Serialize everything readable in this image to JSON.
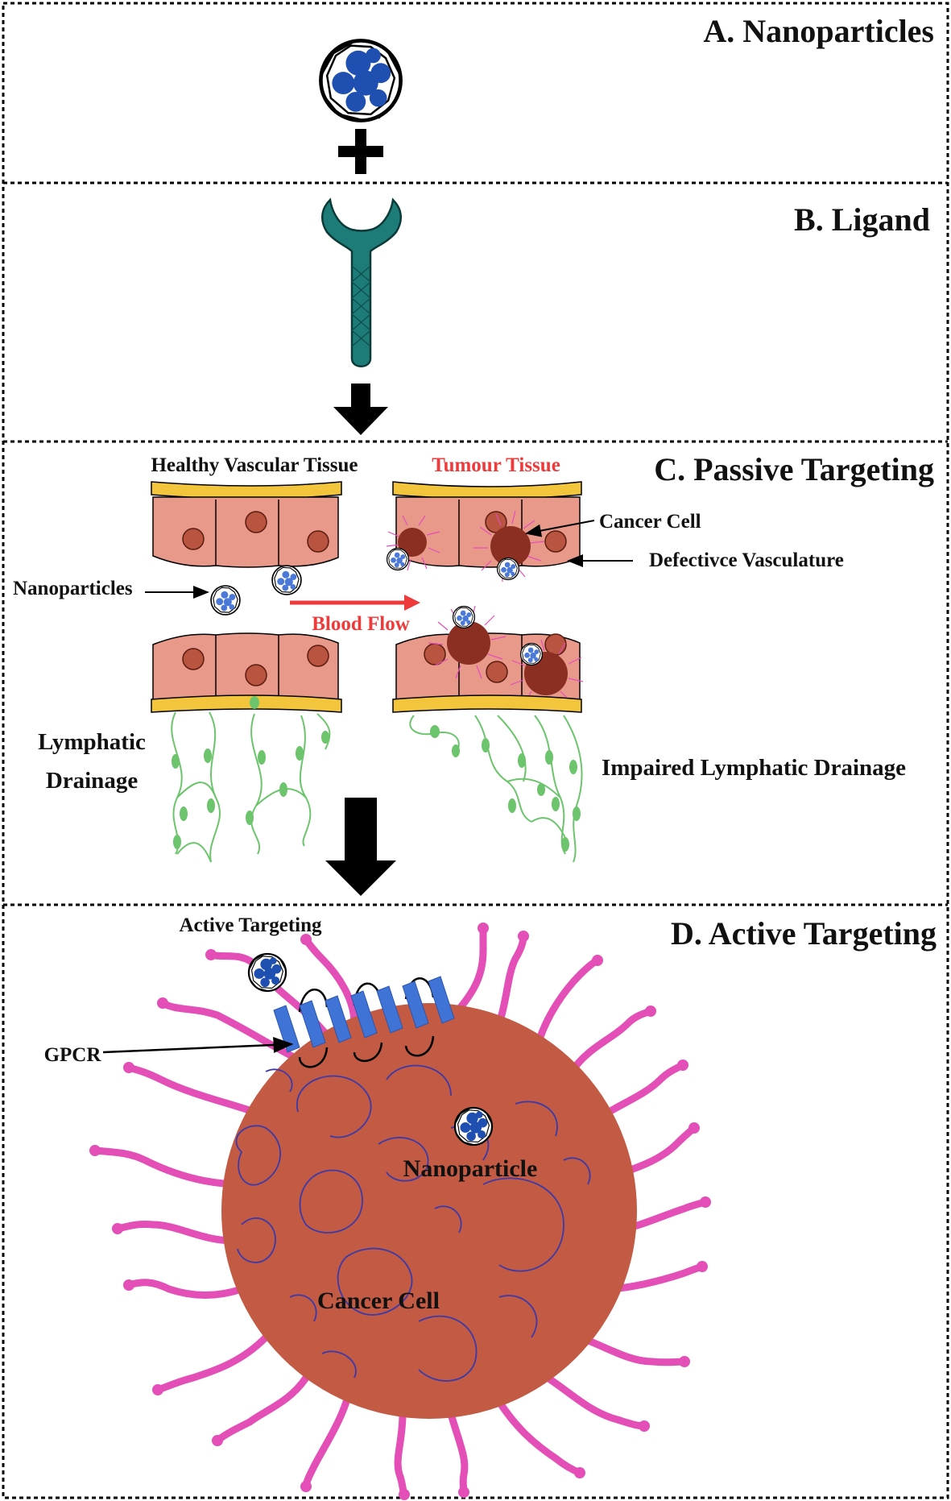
{
  "panels": {
    "a_title": "A. Nanoparticles",
    "b_title": "B. Ligand",
    "c_title": "C. Passive Targeting",
    "d_title": "D. Active Targeting"
  },
  "passive": {
    "healthy_label": "Healthy Vascular Tissue",
    "tumour_label": "Tumour Tissue",
    "nanoparticles_label": "Nanoparticles",
    "blood_flow_label": "Blood Flow",
    "cancer_cell_label": "Cancer Cell",
    "defective_label": "Defectivce Vasculature",
    "lymphatic_line1": "Lymphatic",
    "lymphatic_line2": "Drainage",
    "impaired_label": "Impaired Lymphatic Drainage"
  },
  "active": {
    "active_targeting_label": "Active Targeting",
    "gpcr_label": "GPCR",
    "nanoparticle_label": "Nanoparticle",
    "cancer_cell_label": "Cancer Cell"
  },
  "colors": {
    "border": "#000000",
    "nanoparticle_core": "#1f4fb0",
    "ligand": "#1e7c78",
    "endothelial_cell": "#e8998a",
    "cell_nucleus": "#b8543f",
    "basement_membrane": "#f2c53d",
    "tumour_cell": "#8b2f23",
    "lymphatic": "#6cc46c",
    "blood_flow": "#ee3a3a",
    "cancer_cell_body": "#c25a44",
    "filopodia": "#e34fb6",
    "gpcr": "#3f74d6"
  }
}
